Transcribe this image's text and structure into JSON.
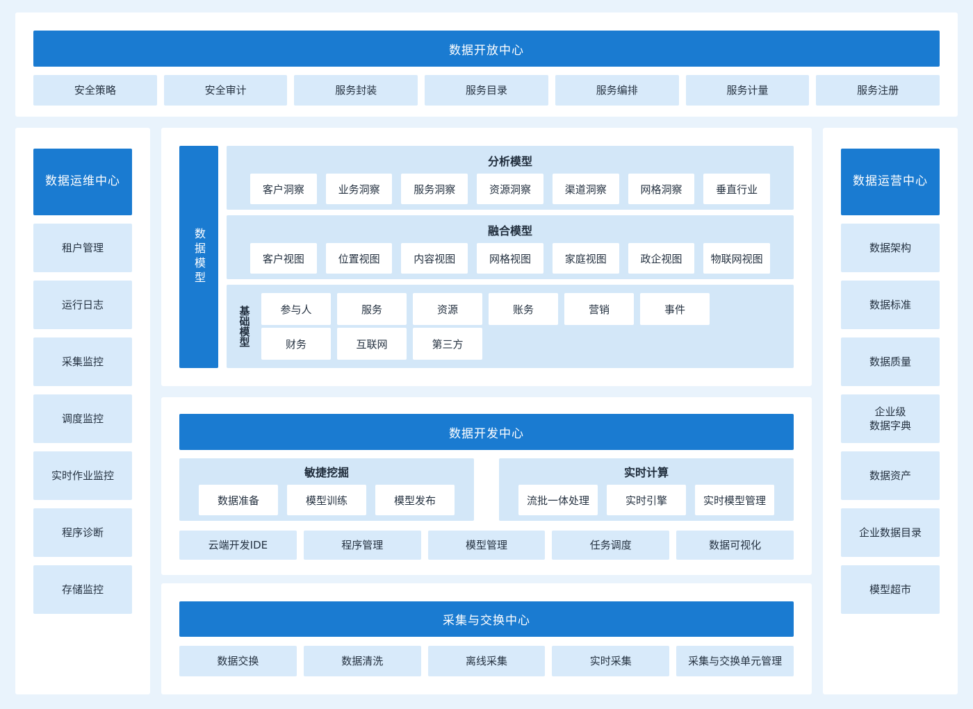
{
  "colors": {
    "header_blue": "#1a7bd1",
    "chip_blue": "#d8eafa",
    "subpanel_blue": "#d3e7f8",
    "page_bg": "#e9f3fc",
    "panel_bg": "#ffffff",
    "text_dark": "#243140"
  },
  "top_panel": {
    "title": "数据开放中心",
    "items": [
      "安全策略",
      "安全审计",
      "服务封装",
      "服务目录",
      "服务编排",
      "服务计量",
      "服务注册"
    ]
  },
  "left_panel": {
    "title": "数据运维中心",
    "items": [
      "租户管理",
      "运行日志",
      "采集监控",
      "调度监控",
      "实时作业监控",
      "程序诊断",
      "存储监控"
    ]
  },
  "right_panel": {
    "title": "数据运营中心",
    "items": [
      "数据架构",
      "数据标准",
      "数据质量",
      "企业级\n数据字典",
      "数据资产",
      "企业数据目录",
      "模型超市"
    ]
  },
  "model_panel": {
    "side_label": "数据模型",
    "analysis": {
      "title": "分析模型",
      "items": [
        "客户洞察",
        "业务洞察",
        "服务洞察",
        "资源洞察",
        "渠道洞察",
        "网格洞察",
        "垂直行业"
      ]
    },
    "fusion": {
      "title": "融合模型",
      "items": [
        "客户视图",
        "位置视图",
        "内容视图",
        "网格视图",
        "家庭视图",
        "政企视图",
        "物联网视图"
      ]
    },
    "base": {
      "title": "基础模型",
      "row1": [
        "参与人",
        "服务",
        "资源",
        "账务",
        "营销",
        "事件"
      ],
      "row2": [
        "财务",
        "互联网",
        "第三方"
      ]
    }
  },
  "dev_panel": {
    "title": "数据开发中心",
    "agile": {
      "title": "敏捷挖掘",
      "items": [
        "数据准备",
        "模型训练",
        "模型发布"
      ]
    },
    "realtime": {
      "title": "实时计算",
      "items": [
        "流批一体处理",
        "实时引擎",
        "实时模型管理"
      ]
    },
    "tools": [
      "云端开发IDE",
      "程序管理",
      "模型管理",
      "任务调度",
      "数据可视化"
    ]
  },
  "collect_panel": {
    "title": "采集与交换中心",
    "items": [
      "数据交换",
      "数据清洗",
      "离线采集",
      "实时采集",
      "采集与交换单元管理"
    ]
  }
}
